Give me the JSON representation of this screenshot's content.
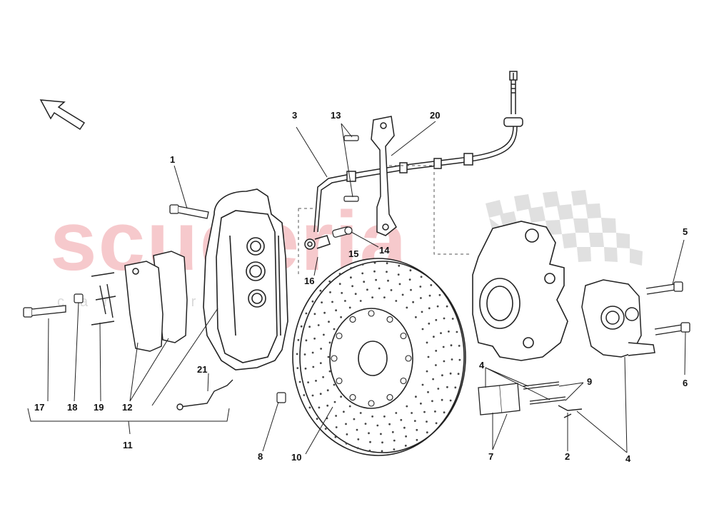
{
  "watermark": {
    "brand": "scuderia",
    "tagline": "car parts"
  },
  "colors": {
    "watermark_brand": "#f6c9cc",
    "watermark_checker": "#d6d6d6",
    "line": "#222222"
  },
  "callouts": {
    "c1": "1",
    "c2": "2",
    "c3": "3",
    "c4a": "4",
    "c4b": "4",
    "c5": "5",
    "c6": "6",
    "c7": "7",
    "c8": "8",
    "c9": "9",
    "c10": "10",
    "c11": "11",
    "c12": "12",
    "c13": "13",
    "c14": "14",
    "c15": "15",
    "c16": "16",
    "c17": "17",
    "c18": "18",
    "c19": "19",
    "c20": "20",
    "c21": "21"
  },
  "icons": {
    "direction": "arrow-up-left-icon"
  }
}
